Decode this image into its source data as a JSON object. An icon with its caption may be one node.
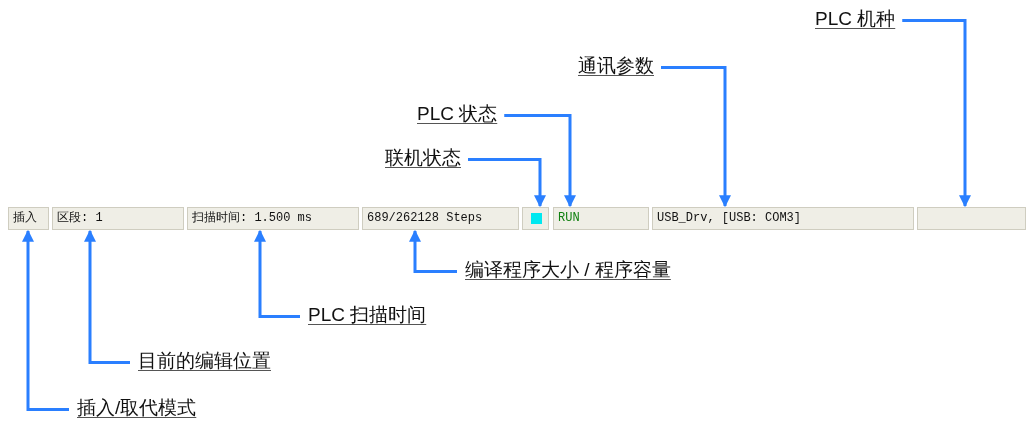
{
  "diagram": {
    "nodes": [
      {
        "text": [
          "插入"
        ]
      },
      {
        "text": [
          "区段: 1"
        ]
      },
      {
        "text": [
          "扫描时间: 1.500 ms"
        ]
      },
      {
        "text": [
          "689/262128 Steps"
        ]
      },
      {
        "text": [],
        "shape": "box"
      },
      {
        "text": [
          "RUN"
        ]
      },
      {
        "text": [
          "USB_Drv, [USB: COM3]"
        ]
      },
      {
        "text": [],
        "shape": "box"
      },
      {
        "text": [
          "联机状态"
        ]
      },
      {
        "text": [
          "PLC 状态"
        ]
      },
      {
        "text": [
          "通讯参数"
        ]
      },
      {
        "text": [
          "PLC 机种"
        ]
      },
      {
        "text": [
          "编译程序大小 / 程序容量"
        ]
      },
      {
        "text": [
          "PLC 扫描时间"
        ]
      },
      {
        "text": [
          "目前的编辑位置"
        ]
      },
      {
        "text": [
          "插入/取代模式"
        ]
      }
    ],
    "edges": [
      {
        "from": 8,
        "to": 4,
        "arrow": "to"
      },
      {
        "from": 9,
        "to": 5,
        "arrow": "to"
      },
      {
        "from": 10,
        "to": 6,
        "arrow": "to"
      },
      {
        "from": 11,
        "to": 7,
        "arrow": "to"
      },
      {
        "from": 12,
        "to": 3,
        "arrow": "to"
      },
      {
        "from": 13,
        "to": 2,
        "arrow": "to"
      },
      {
        "from": 14,
        "to": 1,
        "arrow": "to"
      },
      {
        "from": 15,
        "to": 0,
        "arrow": "to"
      }
    ]
  }
}
